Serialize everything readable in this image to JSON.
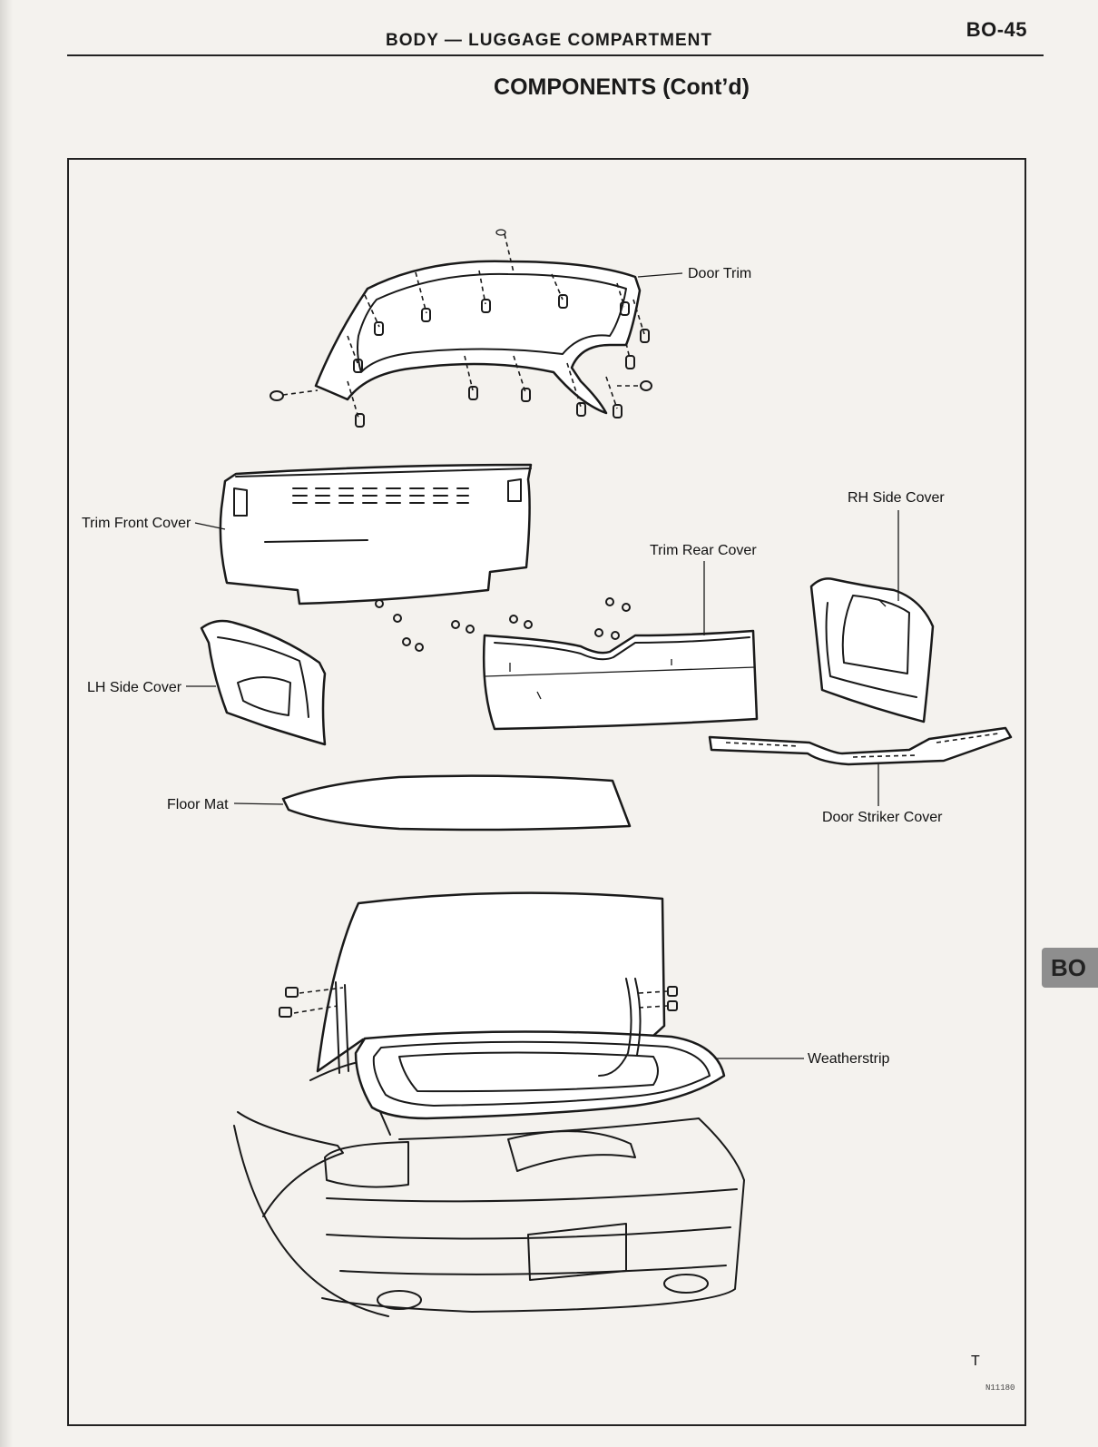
{
  "header": {
    "page_number": "BO-45",
    "running_title": "BODY  —  LUGGAGE COMPARTMENT",
    "section_title": "COMPONENTS (Cont’d)"
  },
  "side_tab": {
    "label": "BO"
  },
  "diagram": {
    "labels": {
      "door_trim": "Door Trim",
      "trim_front_cover": "Trim Front Cover",
      "rh_side_cover": "RH Side Cover",
      "trim_rear_cover": "Trim Rear Cover",
      "lh_side_cover": "LH Side Cover",
      "floor_mat": "Floor Mat",
      "door_striker_cover": "Door Striker Cover",
      "weatherstrip": "Weatherstrip"
    },
    "corner_mark": "T",
    "figure_code": "N11180"
  }
}
